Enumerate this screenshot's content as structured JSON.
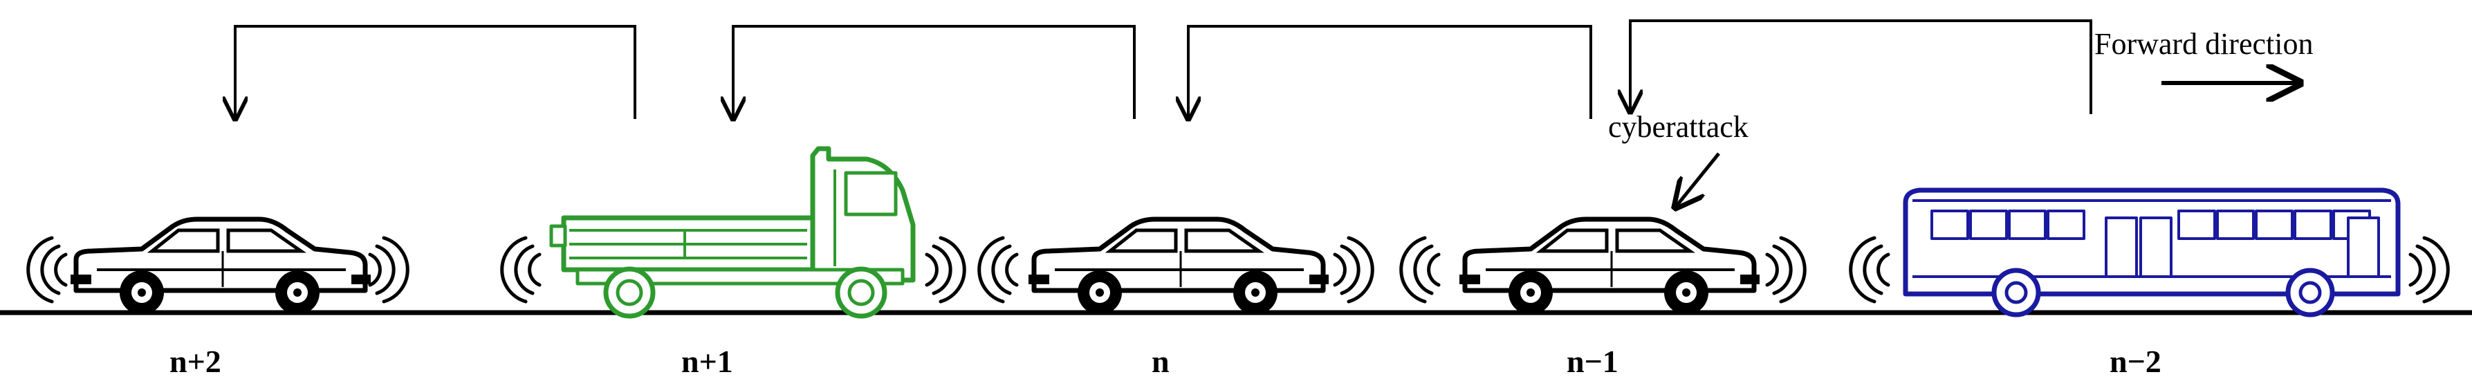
{
  "diagram": {
    "direction_label": "Forward direction",
    "attack_label": "cyberattack",
    "vehicles": [
      {
        "label": "n+2",
        "kind": "car",
        "color": "#000000"
      },
      {
        "label": "n+1",
        "kind": "truck",
        "color": "#2e9a2e"
      },
      {
        "label": "n",
        "kind": "car",
        "color": "#000000"
      },
      {
        "label": "n−1",
        "kind": "car",
        "color": "#000000"
      },
      {
        "label": "n−2",
        "kind": "bus",
        "color": "#1a1aa0"
      }
    ],
    "links": [
      {
        "from": "n+1",
        "to": "n+2"
      },
      {
        "from": "n",
        "to": "n+1"
      },
      {
        "from": "n−1",
        "to": "n"
      },
      {
        "from": "n−2",
        "to": "n−1"
      }
    ],
    "colors": {
      "road": "#000000",
      "truck": "#2e9a2e",
      "bus": "#1a1aa0",
      "car": "#000000"
    }
  }
}
